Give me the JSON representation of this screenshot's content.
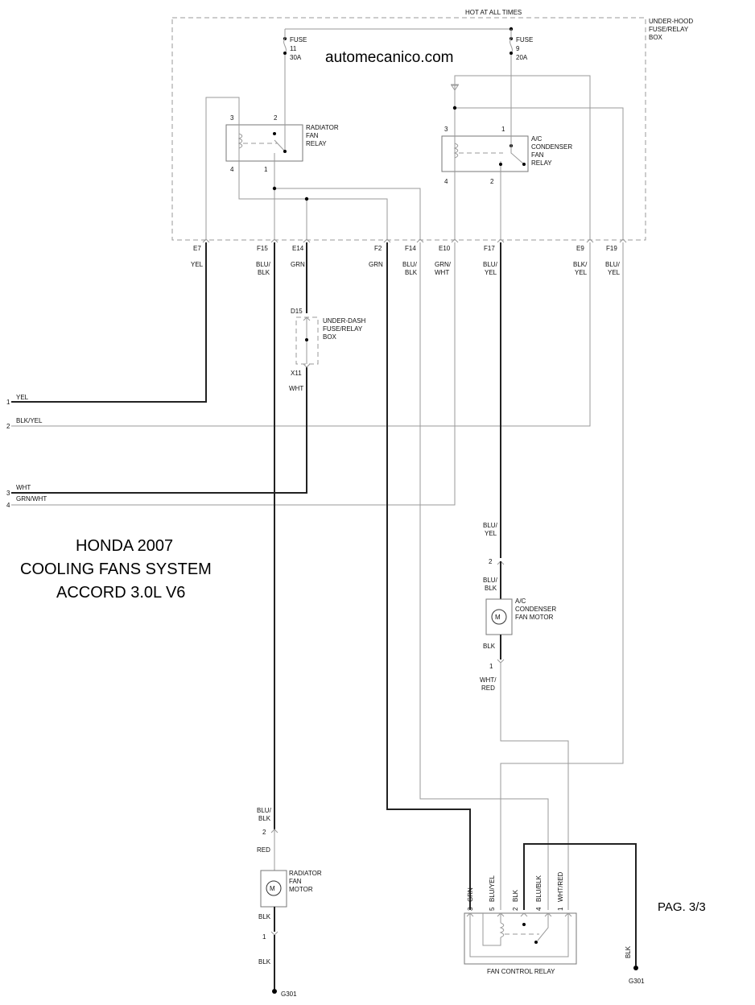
{
  "title": {
    "line1": "HONDA 2007",
    "line2": "COOLING FANS SYSTEM",
    "line3": "ACCORD 3.0L V6"
  },
  "watermark": "automecanico.com",
  "page_label": "PAG. 3/3",
  "top": {
    "hot_label": "HOT AT ALL TIMES",
    "box_line1": "UNDER-HOOD",
    "box_line2": "FUSE/RELAY",
    "box_line3": "BOX"
  },
  "fuse11": {
    "name": "FUSE",
    "num": "11",
    "amp": "30A"
  },
  "fuse9": {
    "name": "FUSE",
    "num": "9",
    "amp": "20A"
  },
  "radiator_relay": {
    "line1": "RADIATOR",
    "line2": "FAN",
    "line3": "RELAY",
    "pin3": "3",
    "pin2": "2",
    "pin4": "4",
    "pin1": "1"
  },
  "ac_relay": {
    "line1": "A/C",
    "line2": "CONDENSER",
    "line3": "FAN",
    "line4": "RELAY",
    "pin3": "3",
    "pin1": "1",
    "pin4": "4",
    "pin2": "2"
  },
  "terminals": [
    {
      "id": "E7",
      "c1": "YEL",
      "c2": ""
    },
    {
      "id": "F15",
      "c1": "BLU/",
      "c2": "BLK"
    },
    {
      "id": "E14",
      "c1": "GRN",
      "c2": ""
    },
    {
      "id": "F2",
      "c1": "GRN",
      "c2": ""
    },
    {
      "id": "F14",
      "c1": "BLU/",
      "c2": "BLK"
    },
    {
      "id": "E10",
      "c1": "GRN/",
      "c2": "WHT"
    },
    {
      "id": "F17",
      "c1": "BLU/",
      "c2": "YEL"
    },
    {
      "id": "E9",
      "c1": "BLK/",
      "c2": "YEL"
    },
    {
      "id": "F19",
      "c1": "BLU/",
      "c2": "YEL"
    }
  ],
  "underdash": {
    "top_pin": "D15",
    "line1": "UNDER-DASH",
    "line2": "FUSE/RELAY",
    "line3": "BOX",
    "bottom_pin": "X11",
    "wire": "WHT"
  },
  "left_lines": [
    {
      "num": "1",
      "color": "YEL"
    },
    {
      "num": "2",
      "color": "BLK/YEL"
    },
    {
      "num": "3",
      "color": "WHT"
    },
    {
      "num": "4",
      "color": "GRN/WHT"
    }
  ],
  "ac_motor": {
    "in_c1": "BLU/",
    "in_c2": "YEL",
    "pin2": "2",
    "mid_c1": "BLU/",
    "mid_c2": "BLK",
    "line1": "A/C",
    "line2": "CONDENSER",
    "line3": "FAN MOTOR",
    "symbol": "M",
    "out_color": "BLK",
    "pin1": "1",
    "wire_c1": "WHT/",
    "wire_c2": "RED"
  },
  "rad_motor": {
    "in_c1": "BLU/",
    "in_c2": "BLK",
    "pin2": "2",
    "mid": "RED",
    "line1": "RADIATOR",
    "line2": "FAN",
    "line3": "MOTOR",
    "symbol": "M",
    "out_color": "BLK",
    "pin1": "1",
    "ground_color": "BLK",
    "ground": "G301"
  },
  "fan_control": {
    "label": "FAN CONTROL RELAY",
    "pins": [
      {
        "num": "3",
        "color": "GRN"
      },
      {
        "num": "5",
        "color": "BLU/YEL"
      },
      {
        "num": "2",
        "color": "BLK"
      },
      {
        "num": "4",
        "color": "BLU/BLK"
      },
      {
        "num": "1",
        "color": "WHT/RED"
      }
    ]
  },
  "right_ground": {
    "color": "BLK",
    "name": "G301"
  }
}
